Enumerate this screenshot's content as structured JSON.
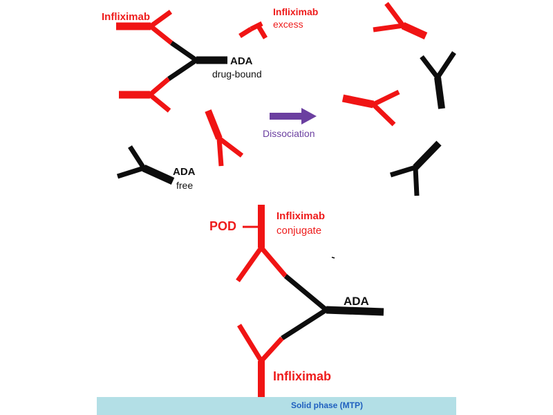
{
  "labels": {
    "infliximab_top": "Infliximab",
    "infliximab_excess_line1": "Infliximab",
    "infliximab_excess_line2": "excess",
    "ada_bound_line1": "ADA",
    "ada_bound_line2": "drug-bound",
    "ada_free_line1": "ADA",
    "ada_free_line2": "free",
    "dissociation": "Dissociation",
    "pod": "POD",
    "conjugate_line1": "Infliximab",
    "conjugate_line2": "conjugate",
    "ada_assay": "ADA",
    "infliximab_capture": "Infliximab",
    "solid_phase": "Solid phase (MTP)"
  },
  "colors": {
    "drug": "#f01414",
    "ada": "#0d0d0d",
    "arrow": "#6b3fa0",
    "solid_phase_fill": "#b3dfe6",
    "solid_phase_text": "#1f5fbf"
  }
}
